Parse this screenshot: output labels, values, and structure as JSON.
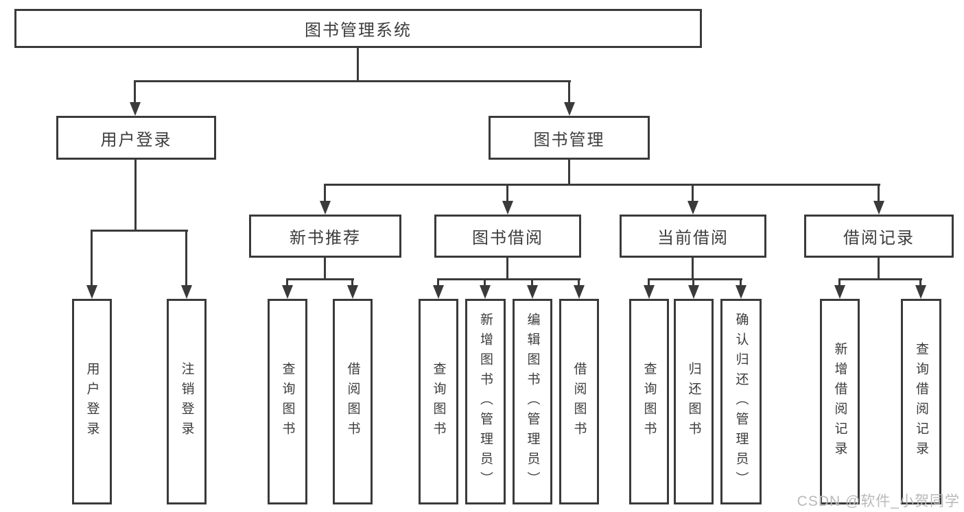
{
  "tree": {
    "label": "图书管理系统",
    "children": [
      {
        "label": "用户登录",
        "children": [
          {
            "label": "用户登录"
          },
          {
            "label": "注销登录"
          }
        ]
      },
      {
        "label": "图书管理",
        "children": [
          {
            "label": "新书推荐",
            "children": [
              {
                "label": "查询图书"
              },
              {
                "label": "借阅图书"
              }
            ]
          },
          {
            "label": "图书借阅",
            "children": [
              {
                "label": "查询图书"
              },
              {
                "label": "新增图书（管理员）"
              },
              {
                "label": "编辑图书（管理员）"
              },
              {
                "label": "借阅图书"
              }
            ]
          },
          {
            "label": "当前借阅",
            "children": [
              {
                "label": "查询图书"
              },
              {
                "label": "归还图书"
              },
              {
                "label": "确认归还（管理员）"
              }
            ]
          },
          {
            "label": "借阅记录",
            "children": [
              {
                "label": "新增借阅记录"
              },
              {
                "label": "查询借阅记录"
              }
            ]
          }
        ]
      }
    ]
  },
  "watermark": {
    "text": "CSDN @软件_小贺同学"
  },
  "colors": {
    "line": "#3a3a3a",
    "text": "#3c3c3c",
    "watermark": "#b9b9b9",
    "background": "#ffffff"
  }
}
